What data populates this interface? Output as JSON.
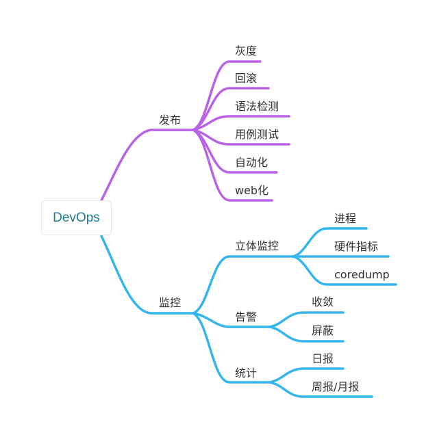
{
  "root": {
    "label": "DevOps"
  },
  "colors": {
    "publish": "#b962e6",
    "monitor": "#34b5ee",
    "root_text": "#1e7b8f",
    "text": "#333333"
  },
  "branches": {
    "publish": {
      "label": "发布",
      "children": [
        "灰度",
        "回滚",
        "语法检测",
        "用例测试",
        "自动化",
        "web化"
      ]
    },
    "monitor": {
      "label": "监控",
      "children": [
        {
          "label": "立体监控",
          "children": [
            "进程",
            "硬件指标",
            "coredump"
          ]
        },
        {
          "label": "告警",
          "children": [
            "收敛",
            "屏蔽"
          ]
        },
        {
          "label": "统计",
          "children": [
            "日报",
            "周报/月报"
          ]
        }
      ]
    }
  }
}
